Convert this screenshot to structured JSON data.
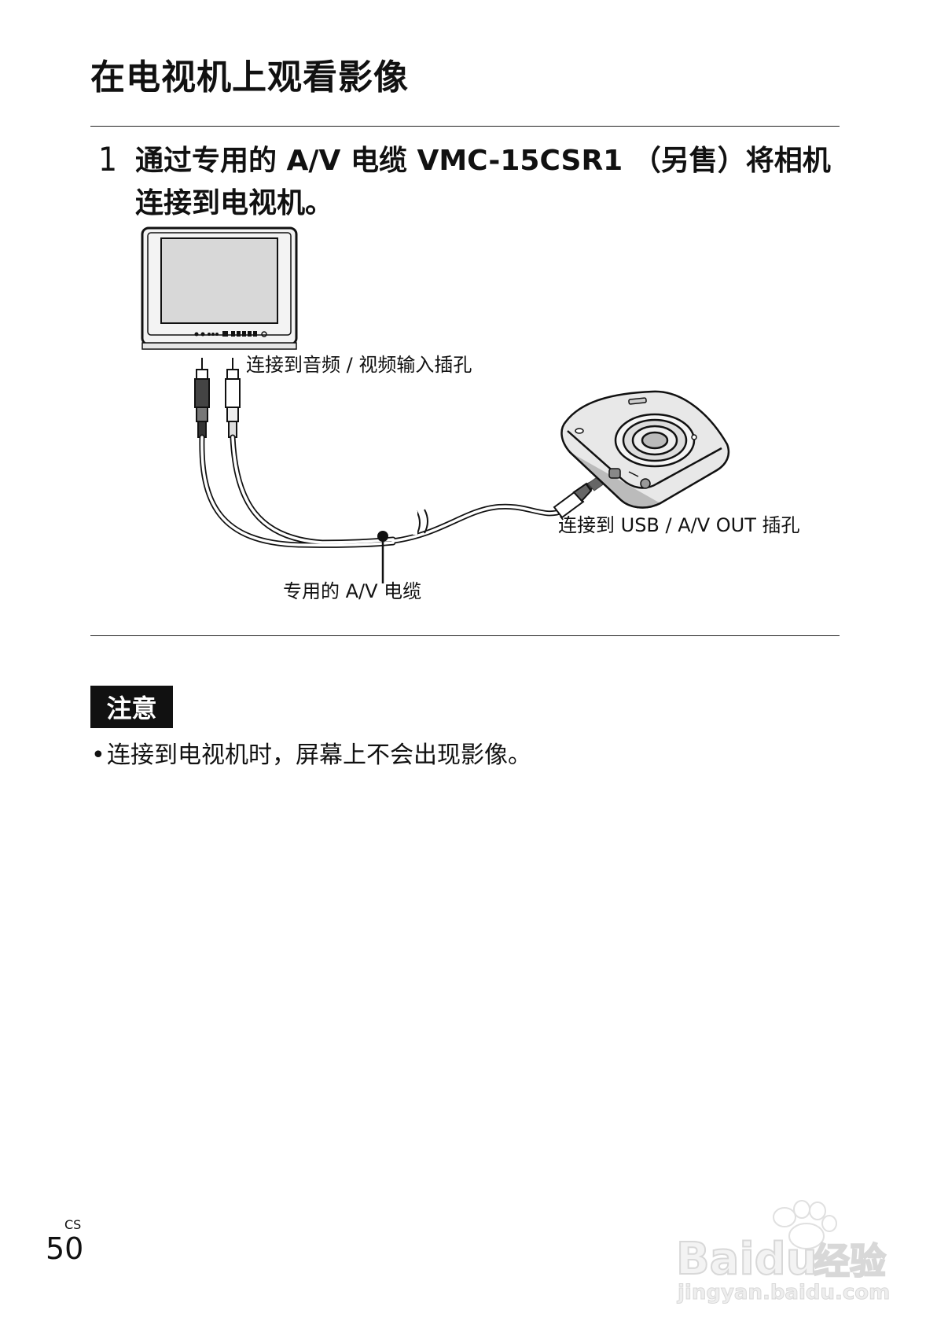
{
  "title": "在电视机上观看影像",
  "step": {
    "number": "1",
    "text": "通过专用的 A/V 电缆 VMC-15CSR1 （另售）将相机连接到电视机。"
  },
  "diagram": {
    "label_tv_input": "连接到音频 / 视频输入插孔",
    "label_usb": "连接到 USB / A/V OUT 插孔",
    "label_cable": "专用的 A/V 电缆"
  },
  "note": {
    "badge": "注意",
    "bullet": "•",
    "text": "连接到电视机时，屏幕上不会出现影像。"
  },
  "page": {
    "lang": "CS",
    "number": "50"
  },
  "watermark": {
    "brand": "Baidu",
    "suffix": "经验",
    "url": "jingyan.baidu.com"
  }
}
